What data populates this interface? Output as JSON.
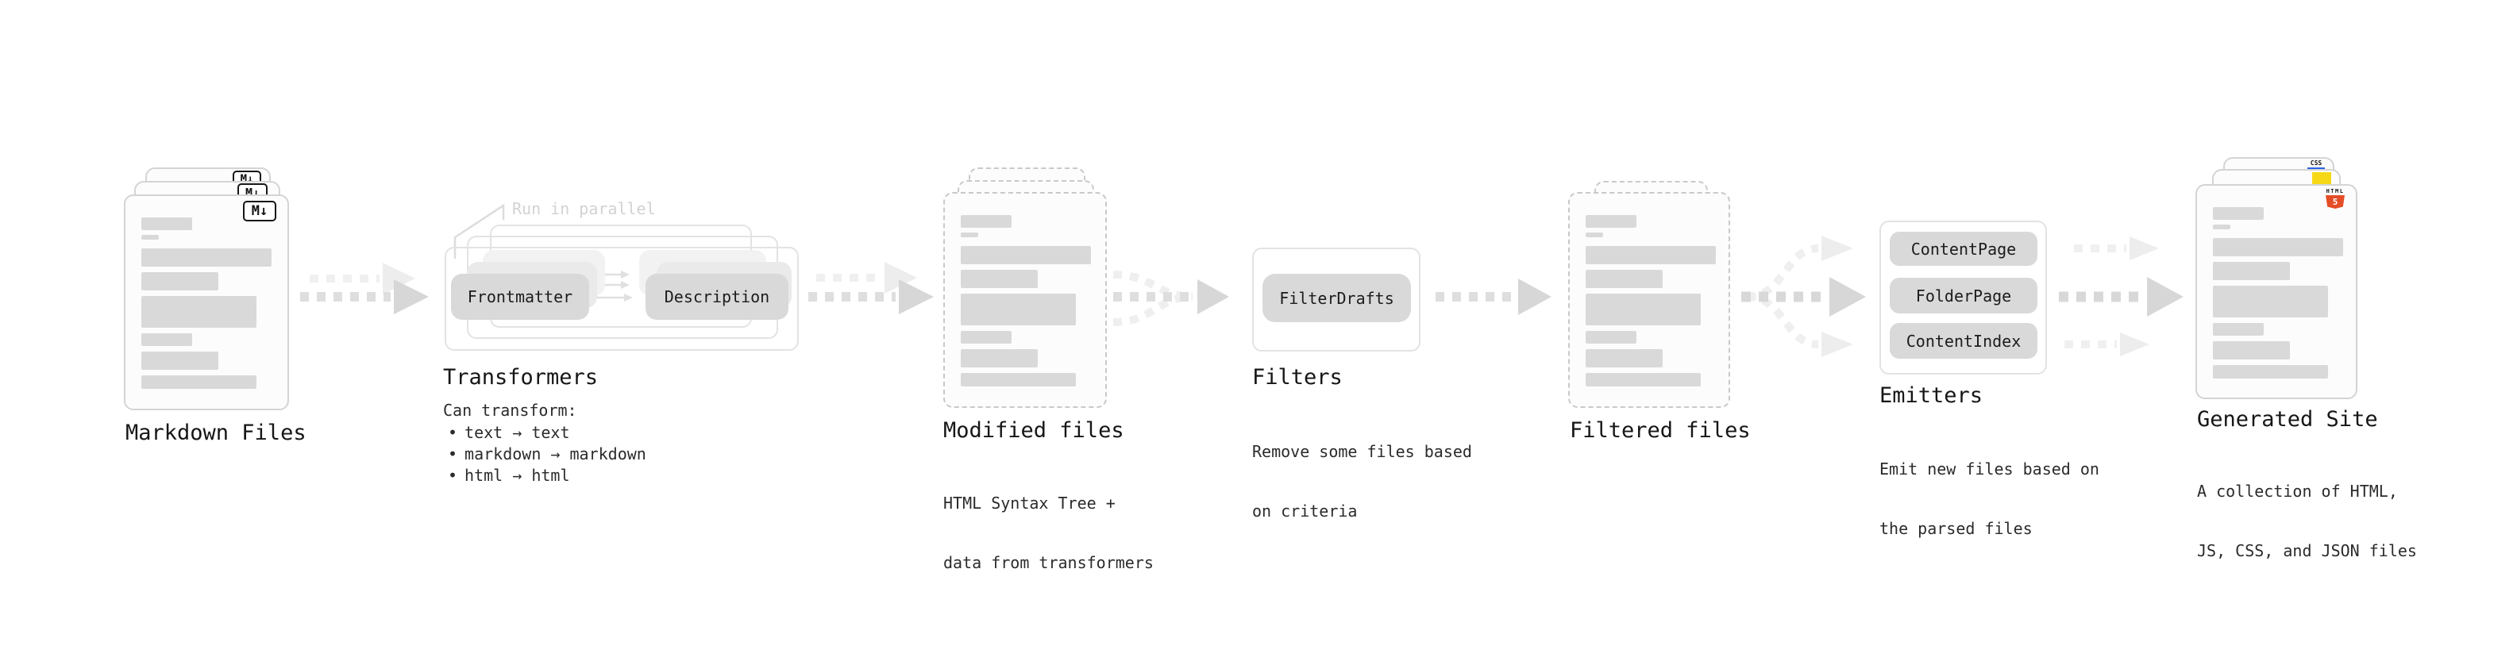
{
  "diagram": {
    "background": "#ffffff",
    "nodes": [
      {
        "id": "markdown-files",
        "label": "Markdown Files",
        "badge": "M↓",
        "stack_count": 3
      },
      {
        "id": "transformers",
        "label": "Transformers",
        "note": "Run in parallel",
        "steps": [
          "Frontmatter",
          "Description"
        ],
        "body_title": "Can transform:",
        "bullet_char": "•",
        "bullets": [
          "text → text",
          "markdown → markdown",
          "html → html"
        ]
      },
      {
        "id": "modified-files",
        "label": "Modified files",
        "sublabel_lines": [
          "HTML Syntax Tree +",
          "data from transformers"
        ],
        "stack_count": 3
      },
      {
        "id": "filters",
        "label": "Filters",
        "steps": [
          "FilterDrafts"
        ],
        "sublabel_lines": [
          "Remove some files based",
          "on criteria"
        ]
      },
      {
        "id": "filtered-files",
        "label": "Filtered files",
        "stack_count": 2
      },
      {
        "id": "emitters",
        "label": "Emitters",
        "steps": [
          "ContentPage",
          "FolderPage",
          "ContentIndex"
        ],
        "sublabel_lines": [
          "Emit new files based on",
          "the parsed files"
        ]
      },
      {
        "id": "generated-site",
        "label": "Generated Site",
        "sublabel_lines": [
          "A collection of HTML,",
          "JS, CSS, and JSON files"
        ],
        "badges": {
          "html": {
            "word": "HTML",
            "number": "5",
            "color": "#e44d26"
          },
          "js": {
            "color": "#f7d817"
          },
          "css": {
            "word": "CSS",
            "color": "#2b63e8"
          }
        },
        "stack_count": 3
      }
    ],
    "colors": {
      "skeleton_bar": "#d9d9d9",
      "pill": "#d9d9d9",
      "card_border": "#d4d4d4",
      "dashed_border": "#c9c9c9",
      "frame_border": "#e3e3e3",
      "arrow": "#d7d7d7",
      "arrow_light": "#ededed",
      "heading_text": "#161616",
      "body_text": "#2b2b2b",
      "note_text": "#d2d2d2"
    }
  }
}
